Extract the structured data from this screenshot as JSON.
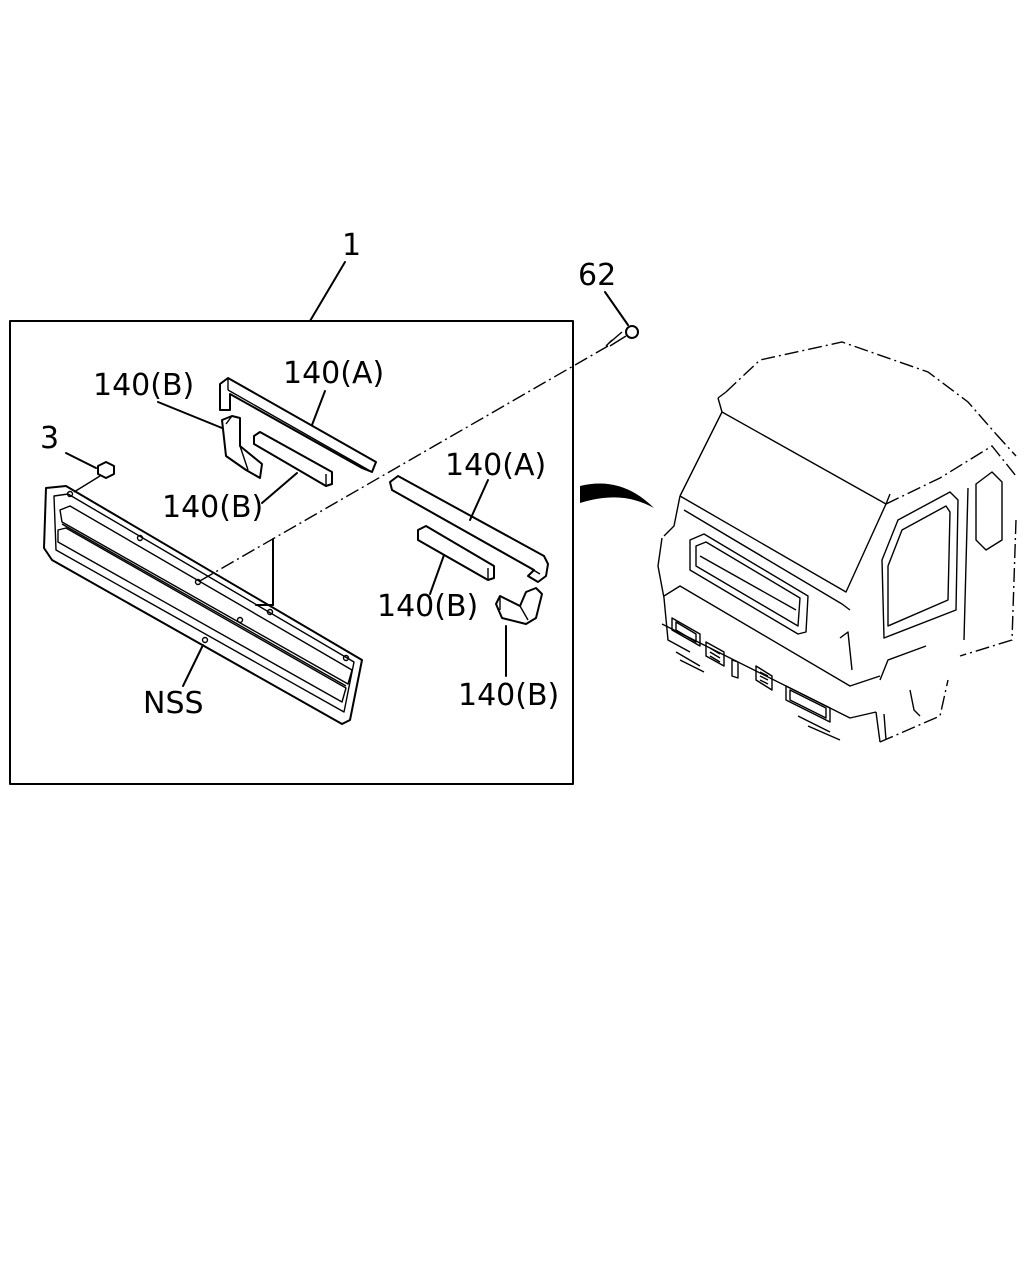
{
  "callouts": {
    "assembly": "1",
    "screw": "62",
    "bolt": "3",
    "trim_a_left": "140(A)",
    "trim_b_top_left": "140(B)",
    "trim_b_mid_left": "140(B)",
    "trim_a_right": "140(A)",
    "trim_b_mid_right": "140(B)",
    "trim_b_bottom_right": "140(B)",
    "grille": "NSS"
  }
}
